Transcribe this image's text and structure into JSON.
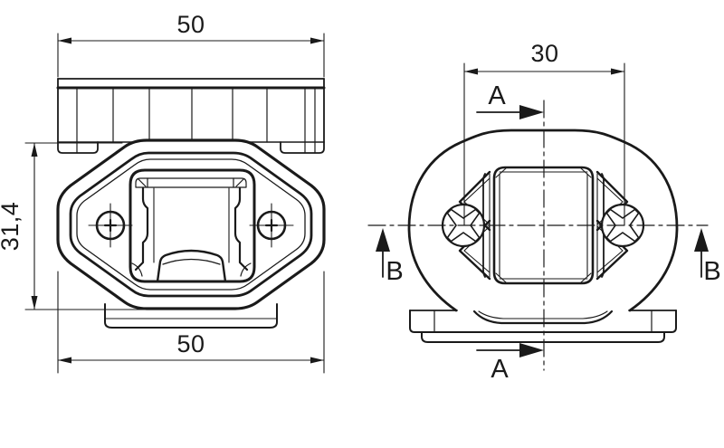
{
  "page": {
    "background": "#ffffff",
    "line_color": "#1a1a1a",
    "description": "Two-view technical line drawing of a mounting bracket / rubber mount with dimensions and section arrows"
  },
  "front_view": {
    "dim_width_top": "50",
    "dim_height": "31,4",
    "dim_width_bottom": "50"
  },
  "side_view": {
    "dim_hole_spacing": "30",
    "section_a": "A",
    "section_b": "B"
  }
}
